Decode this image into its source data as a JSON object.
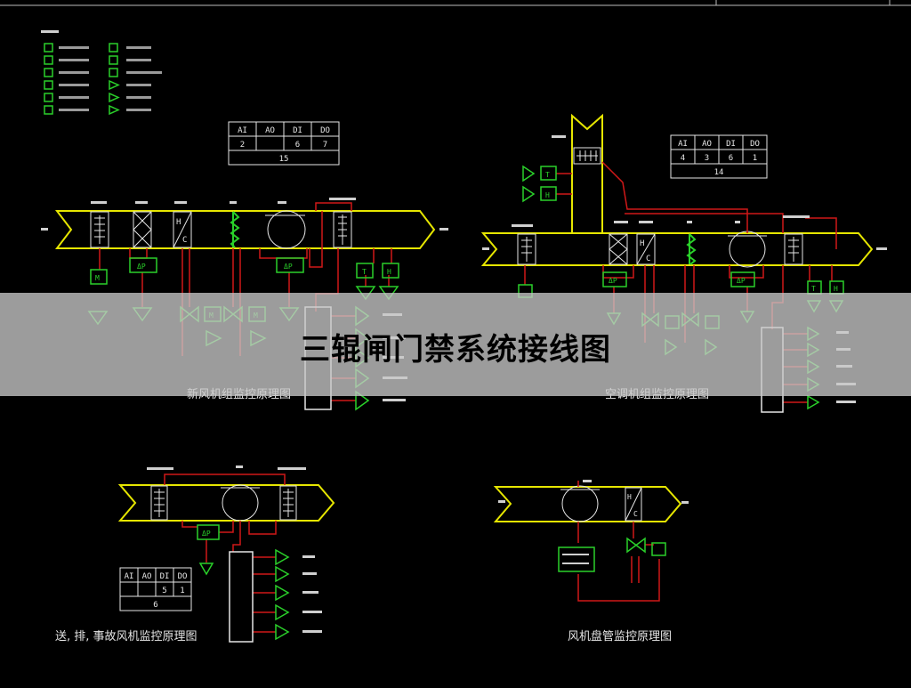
{
  "banner": {
    "title": "三辊闸门禁系统接线图"
  },
  "captions": {
    "fresh_air": "新风机组监控原理图",
    "ac_unit": "空调机组监控原理图",
    "exhaust": "送, 排, 事故风机监控原理图",
    "fan_coil": "风机盘管监控原理图"
  },
  "io_table_fresh": {
    "headers": [
      "AI",
      "AO",
      "DI",
      "DO"
    ],
    "values": [
      "2",
      "",
      "6",
      "7"
    ],
    "total": "15"
  },
  "io_table_ac": {
    "headers": [
      "AI",
      "AO",
      "DI",
      "DO"
    ],
    "values": [
      "4",
      "3",
      "6",
      "1"
    ],
    "total": "14"
  },
  "io_table_exhaust": {
    "headers": [
      "AI",
      "AO",
      "DI",
      "DO"
    ],
    "values": [
      "",
      "",
      "5",
      "1"
    ],
    "total": "6"
  },
  "labels": {
    "dp": "ΔP",
    "t": "T",
    "h": "H",
    "m": "M"
  },
  "colors": {
    "duct": "#e6e600",
    "pipe": "#d01818",
    "sensor": "#2ad02a",
    "frame": "#e6e6e6"
  }
}
